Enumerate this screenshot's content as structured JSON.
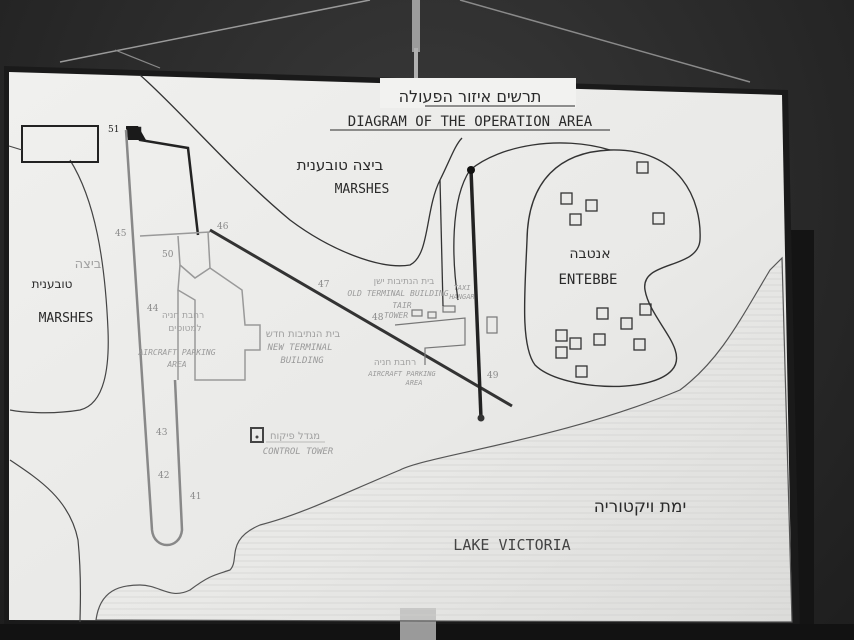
{
  "title": {
    "hebrew": "תרשים איזור הפעולה",
    "english": "DIAGRAM OF THE OPERATION AREA"
  },
  "labels": {
    "marshes_top_hebrew": "ביצה טובענית",
    "marshes_top_english": "MARSHES",
    "marshes_left_hebrew_1": "ביצה",
    "marshes_left_hebrew_2": "טובענית",
    "marshes_left_english": "MARSHES",
    "entebbe_hebrew": "אנטבה",
    "entebbe_english": "ENTEBBE",
    "lake_hebrew": "ימת ויקטוריה",
    "lake_english": "LAKE VICTORIA",
    "new_terminal_hebrew": "בית הנתיבות חדש",
    "new_terminal_english_1": "NEW TERMINAL",
    "new_terminal_english_2": "BUILDING",
    "old_terminal_hebrew": "בית הנתיבות ישן",
    "old_terminal_english": "OLD TERMINAL BUILDING",
    "tower_small_1": "TAIR",
    "tower_small_2": "TOWER",
    "taxi_hangar_1": "TAXI",
    "taxi_hangar_2": "HANGAR",
    "parking_left_hebrew_1": "רחבת חניה",
    "parking_left_hebrew_2": "למטוסים",
    "parking_left_english_1": "AIRCRAFT PARKING",
    "parking_left_english_2": "AREA",
    "parking_right_hebrew": "רחבת חניה",
    "parking_right_english_1": "AIRCRAFT PARKING",
    "parking_right_english_2": "AREA",
    "control_tower_hebrew": "מגדל פיקוח",
    "control_tower_english": "CONTROL TOWER"
  },
  "markers": {
    "m51": "51",
    "m46": "46",
    "m45": "45",
    "m50": "50",
    "m44": "44",
    "m47": "47",
    "m48": "48",
    "m49": "49",
    "m43": "43",
    "m42": "42",
    "m41": "41"
  },
  "colors": {
    "board": "#ececea",
    "ink": "#2a2a2a",
    "faint_ink": "#9a9a9a",
    "wall": "#2b2b2b"
  }
}
